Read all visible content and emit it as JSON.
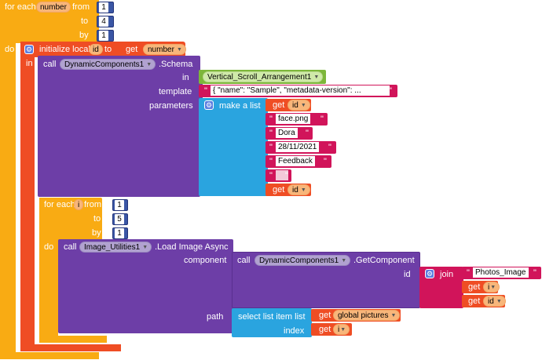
{
  "for_each_number": {
    "label": "for each",
    "var": "number",
    "from_label": "from",
    "from": "1",
    "to_label": "to",
    "to": "4",
    "by_label": "by",
    "by": "1",
    "do_label": "do"
  },
  "init_local": {
    "label": "initialize local",
    "var": "id",
    "to_label": "to",
    "in_label": "in",
    "get_label": "get",
    "get_var": "number"
  },
  "schema_call": {
    "call_label": "call",
    "component": "DynamicComponents1",
    "method": ".Schema",
    "in_label": "in",
    "in_value": "Vertical_Scroll_Arrangement1",
    "template_label": "template",
    "template_value": "{     \"name\": \"Sample\",     \"metadata-version\": ...",
    "parameters_label": "parameters",
    "make_list_label": "make a list",
    "items": {
      "get_label": "get",
      "id": "id",
      "face": "face.png",
      "dora": "Dora",
      "date": "28/11/2021",
      "feedback": "Feedback",
      "empty": ""
    }
  },
  "for_each_i": {
    "label": "for each",
    "var": "i",
    "from_label": "from",
    "from": "1",
    "to_label": "to",
    "to": "5",
    "by_label": "by",
    "by": "1",
    "do_label": "do"
  },
  "load_image": {
    "call_label": "call",
    "component": "Image_Utilities1",
    "method": ".Load Image Async",
    "component_label": "component",
    "get_component_call": "call",
    "get_component_obj": "DynamicComponents1",
    "get_component_method": ".GetComponent",
    "id_label": "id",
    "join_label": "join",
    "join_text": "Photos_Image",
    "get_label": "get",
    "join_var_i": "i",
    "join_var_id": "id",
    "path_label": "path",
    "select_label": "select list item  list",
    "list_var": "global pictures",
    "index_label": "index",
    "index_var": "i"
  },
  "colors": {
    "control": "#f9ab13",
    "variable": "#ef4d24",
    "component": "#6d3ea7",
    "list": "#2aa4df",
    "text": "#d1145a",
    "math": "#3a56a5",
    "component_ref": "#7db63a"
  }
}
